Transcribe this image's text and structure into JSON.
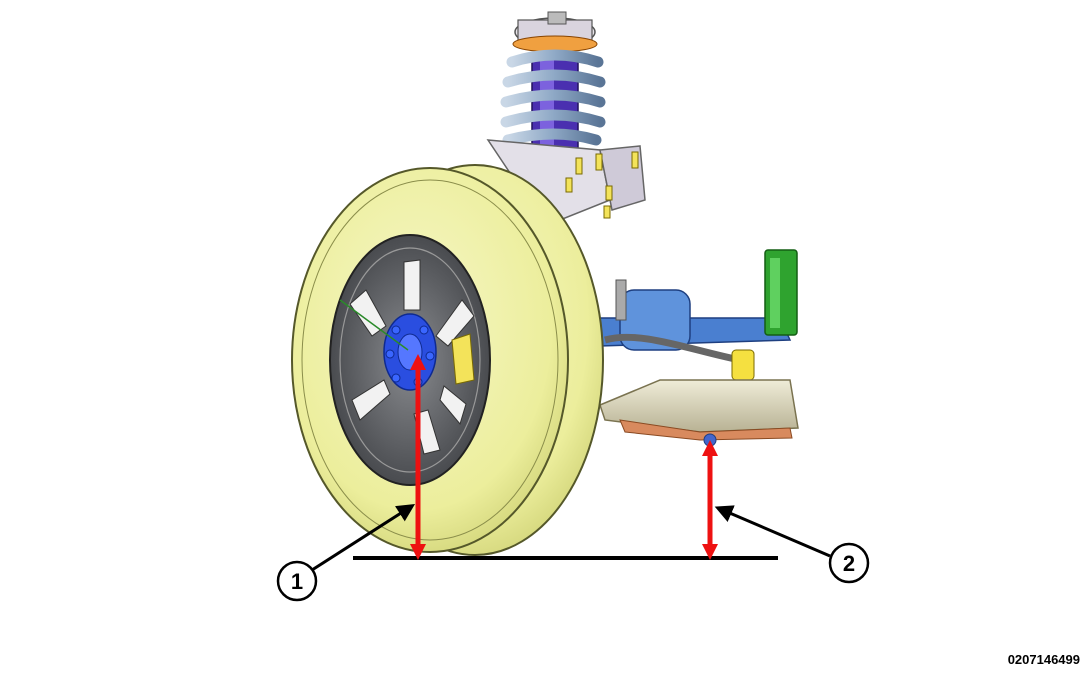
{
  "callouts": [
    {
      "id": "1",
      "label": "1"
    },
    {
      "id": "2",
      "label": "2"
    }
  ],
  "figure_id": "0207146499",
  "colors": {
    "tire": "#eef0a4",
    "tire_shadow": "#c9cc70",
    "wheel": "#5e6064",
    "hub": "#2244dd",
    "measure_arrow": "#ee1111",
    "leader_line": "#000000",
    "spring": "#8aa6c4",
    "strut": "#4422aa",
    "arm": "#ded9b8",
    "axle": "#4477cc",
    "bracket": "#33aa22"
  }
}
